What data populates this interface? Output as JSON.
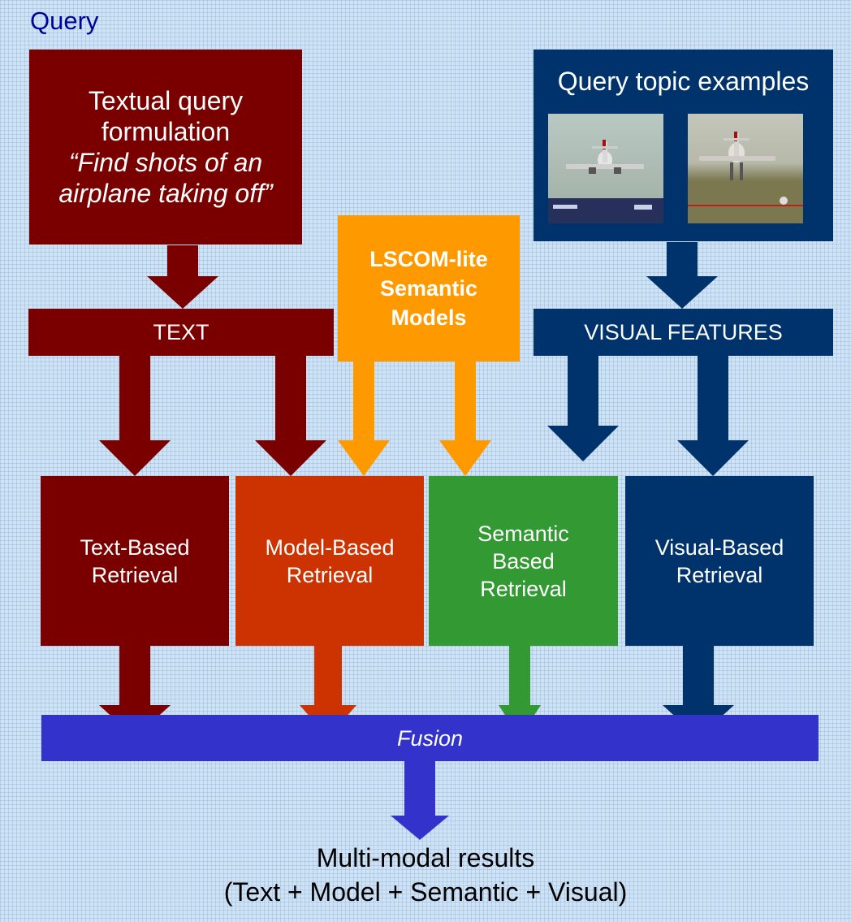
{
  "corner_label": "Query",
  "text_query": {
    "title_line1": "Textual query",
    "title_line2": "formulation",
    "quote_line1": "“Find shots of an",
    "quote_line2": "airplane taking off”"
  },
  "topic_examples": {
    "title": "Query topic examples"
  },
  "text_bar": "TEXT",
  "visual_bar": "VISUAL FEATURES",
  "semantic_models": {
    "line1": "LSCOM-lite",
    "line2": "Semantic",
    "line3": "Models"
  },
  "retrieval": {
    "text": {
      "line1": "Text-Based",
      "line2": "Retrieval"
    },
    "model": {
      "line1": "Model-Based",
      "line2": "Retrieval"
    },
    "semantic": {
      "line1": "Semantic",
      "line2": "Based",
      "line3": "Retrieval"
    },
    "visual": {
      "line1": "Visual-Based",
      "line2": "Retrieval"
    }
  },
  "fusion": "Fusion",
  "results": {
    "line1": "Multi-modal results",
    "line2": "(Text + Model + Semantic + Visual)"
  },
  "colors": {
    "text_path": "#7a0000",
    "visual_path": "#00336b",
    "semantic_models": "#ff9900",
    "model_based": "#cc3300",
    "semantic_based": "#339933",
    "fusion": "#3333cc"
  }
}
